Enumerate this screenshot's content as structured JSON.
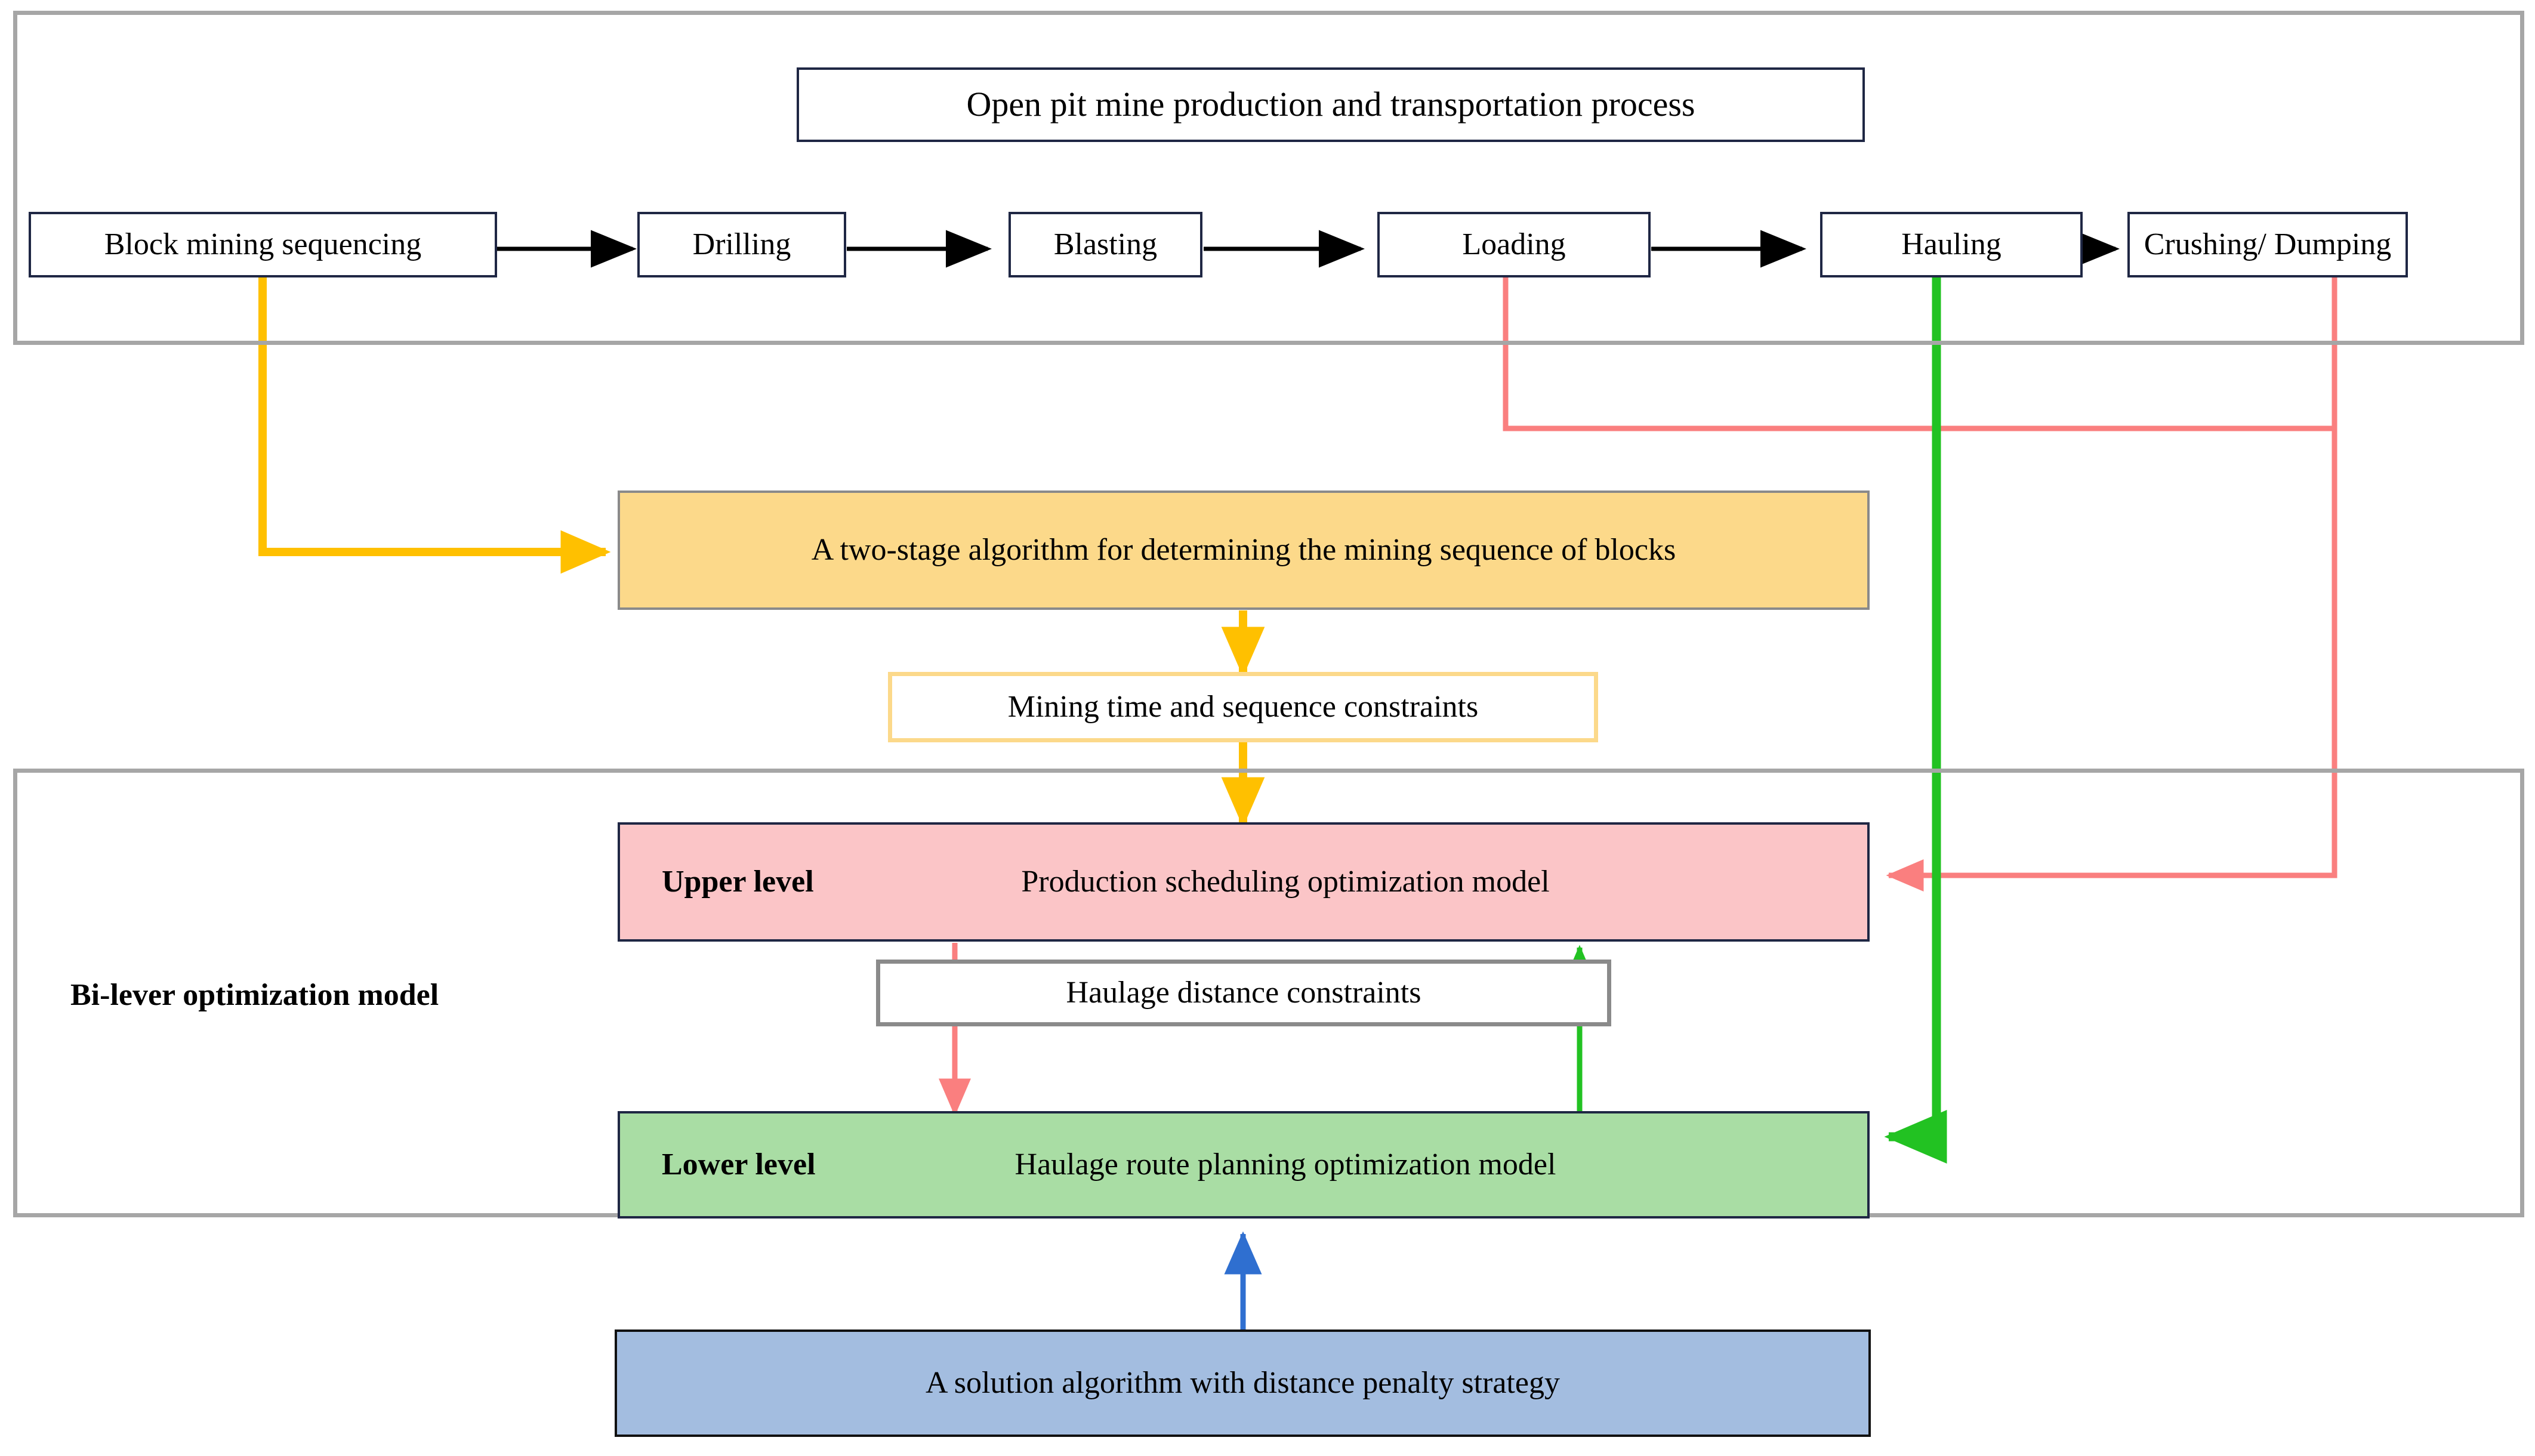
{
  "figure": {
    "sections": {
      "process_frame_label": "Open pit mine production and transportation process",
      "model_frame_label": "Bi-lever optimization model"
    },
    "process_chain": {
      "title": "Open pit mine production and transportation process",
      "steps": [
        "Block mining sequencing",
        "Drilling",
        "Blasting",
        "Loading",
        "Hauling",
        "Crushing/ Dumping"
      ]
    },
    "algorithm_box": "A two-stage algorithm for determining the mining sequence of blocks",
    "constraints": {
      "mining": "Mining time and sequence constraints",
      "haulage": "Haulage distance constraints"
    },
    "bilevel": {
      "group_label": "Bi-lever optimization model",
      "upper": {
        "level": "Upper level",
        "model": "Production scheduling optimization model"
      },
      "lower": {
        "level": "Lower level",
        "model": "Haulage route planning optimization model"
      }
    },
    "solution_box": "A solution algorithm with distance penalty strategy",
    "colors": {
      "frame_grey": "#a6a6a6",
      "box_navy_border": "#1f2744",
      "orange": "#fcd98a",
      "orange_arrow": "#ffc000",
      "pink": "#fbc5c7",
      "red_arrow": "#fa7f7f",
      "green": "#a9dda4",
      "green_arrow": "#22c222",
      "blue": "#a3bde0",
      "blue_arrow": "#2f6fd0",
      "black_arrow": "#000000"
    }
  }
}
